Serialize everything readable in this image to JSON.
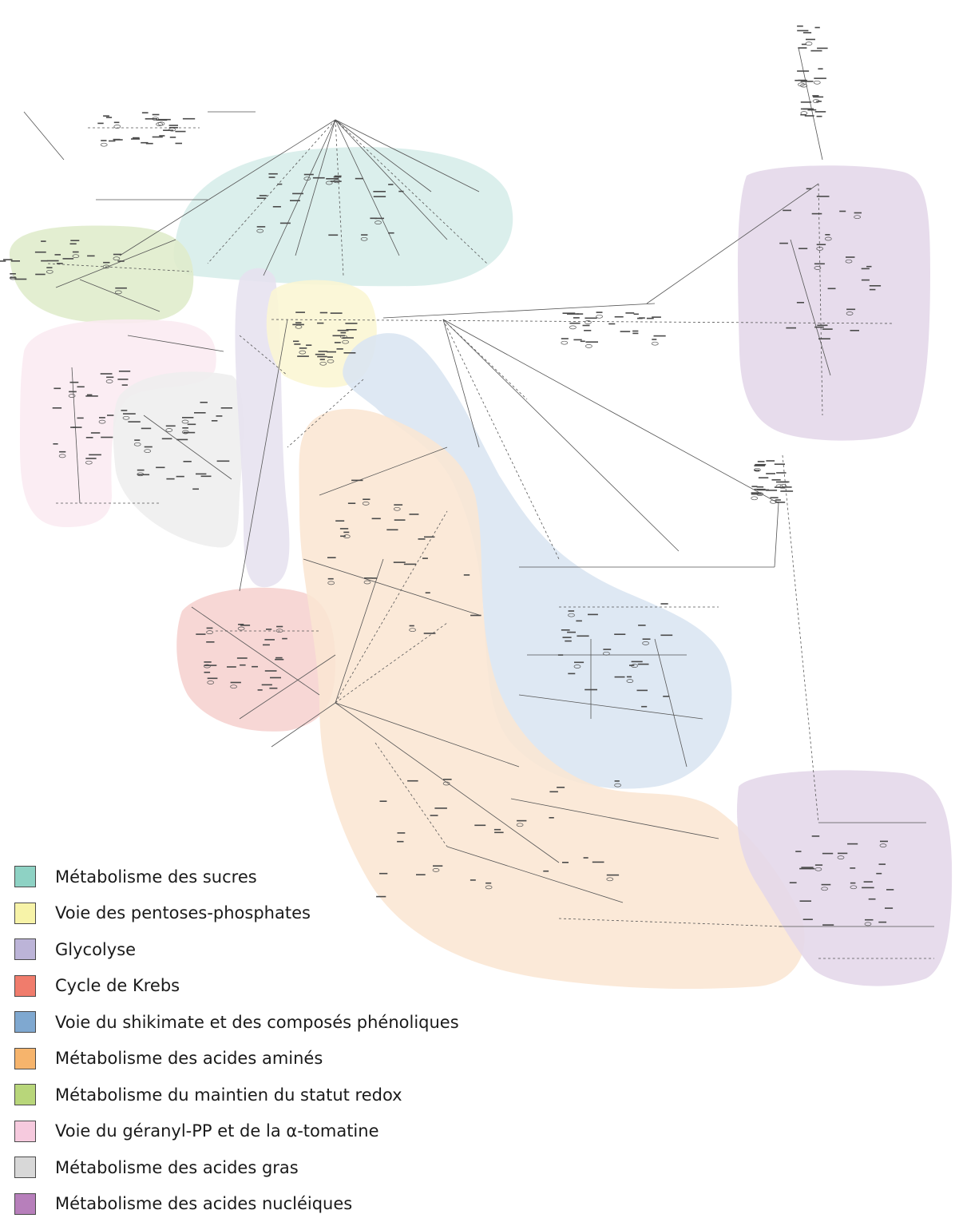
{
  "legend": [
    {
      "id": "sugars",
      "label": "Métabolisme des sucres",
      "swatch": "#8ed2c4",
      "fill": "#d6ede9"
    },
    {
      "id": "pentose",
      "label": "Voie des pentoses-phosphates",
      "swatch": "#f7f3a8",
      "fill": "#faf6d3"
    },
    {
      "id": "glycolysis",
      "label": "Glycolyse",
      "swatch": "#bcb4d8",
      "fill": "#e6e1ef"
    },
    {
      "id": "krebs",
      "label": "Cycle de Krebs",
      "swatch": "#f07c6c",
      "fill": "#f6d2cf"
    },
    {
      "id": "shikimate",
      "label": "Voie du shikimate et des composés phénoliques",
      "swatch": "#7fa8d0",
      "fill": "#d9e5f1"
    },
    {
      "id": "amino",
      "label": "Métabolisme des acides aminés",
      "swatch": "#f6b46c",
      "fill": "#fbe6d3"
    },
    {
      "id": "redox",
      "label": "Métabolisme du maintien du statut redox",
      "swatch": "#b8d67a",
      "fill": "#dfeccb"
    },
    {
      "id": "geranyl",
      "label": "Voie du géranyl-PP et de la α-tomatine",
      "swatch": "#f6cade",
      "fill": "#fbeaf1"
    },
    {
      "id": "fatty",
      "label": "Métabolisme des acides gras",
      "swatch": "#d8d8d8",
      "fill": "#eeeeee"
    },
    {
      "id": "nucleic",
      "label": "Métabolisme des acides nucléiques",
      "swatch": "#b77fbb",
      "fill": "#e4d7e9"
    }
  ]
}
